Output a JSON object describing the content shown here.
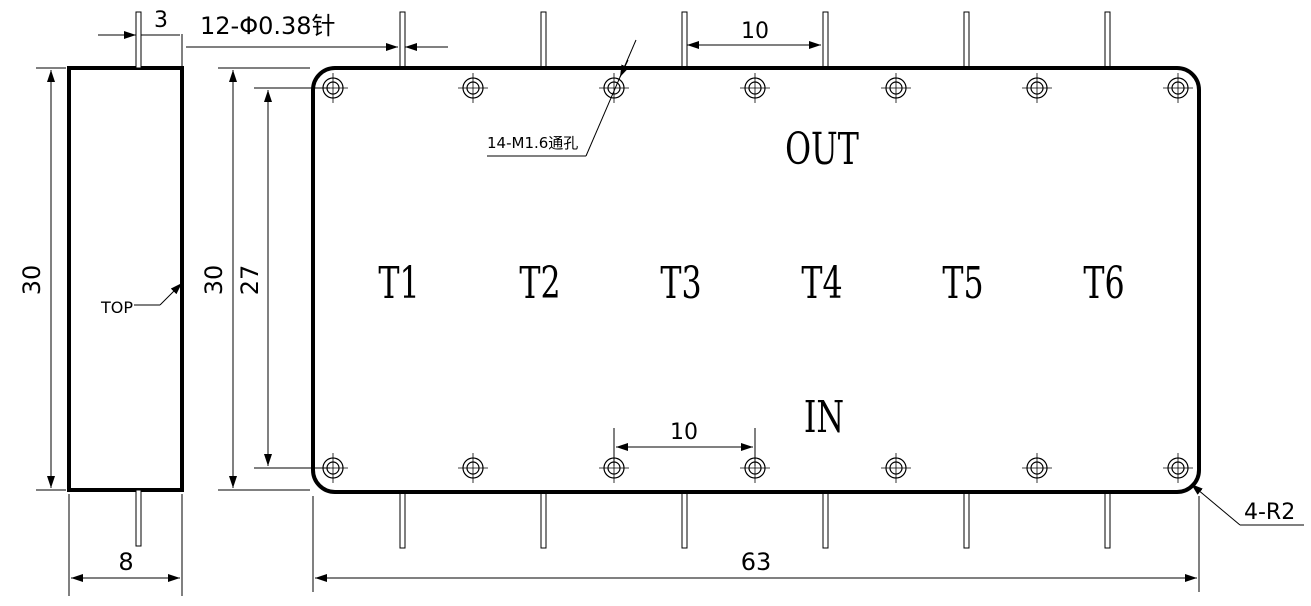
{
  "drawing": {
    "side_view": {
      "height_label": "30",
      "width_label": "8",
      "pin_offset_label": "3",
      "top_label": "TOP"
    },
    "front_view": {
      "height_label": "30",
      "inner_height_label": "27",
      "length_label": "63",
      "top_pitch_label": "10",
      "bottom_pitch_label": "10",
      "pins_label": "12-Φ0.38针",
      "holes_label": "14-M1.6通孔",
      "radius_label": "4-R2",
      "out_label": "OUT",
      "in_label": "IN",
      "terminals": [
        "T1",
        "T2",
        "T3",
        "T4",
        "T5",
        "T6"
      ]
    }
  }
}
